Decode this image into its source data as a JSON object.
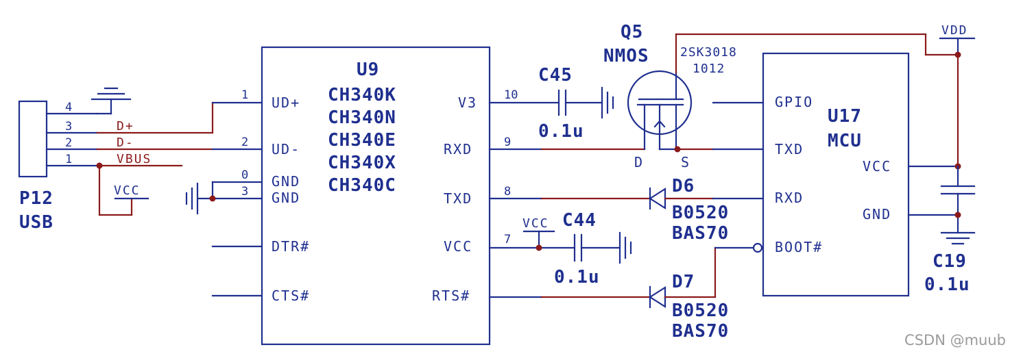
{
  "connector": {
    "ref": "P12",
    "name": "USB",
    "pins": [
      "4",
      "3",
      "2",
      "1"
    ],
    "nets": {
      "dplus": "D+",
      "dminus": "D-",
      "vbus": "VBUS"
    },
    "vcc": "VCC"
  },
  "u9": {
    "ref": "U9",
    "parts": [
      "CH340K",
      "CH340N",
      "CH340E",
      "CH340X",
      "CH340C"
    ],
    "left_pins": {
      "udp": {
        "name": "UD+",
        "num": "1"
      },
      "udm": {
        "name": "UD-",
        "num": "2"
      },
      "gnd0": {
        "name": "GND",
        "num": "0"
      },
      "gnd3": {
        "name": "GND",
        "num": "3"
      },
      "dtr": {
        "name": "DTR#"
      },
      "cts": {
        "name": "CTS#"
      }
    },
    "right_pins": {
      "v3": {
        "name": "V3",
        "num": "10"
      },
      "rxd": {
        "name": "RXD",
        "num": "9"
      },
      "txd": {
        "name": "TXD",
        "num": "8"
      },
      "vcc": {
        "name": "VCC",
        "num": "7"
      },
      "rts": {
        "name": "RTS#"
      }
    }
  },
  "c45": {
    "ref": "C45",
    "value": "0.1u"
  },
  "c44": {
    "ref": "C44",
    "value": "0.1u",
    "vcc": "VCC"
  },
  "q5": {
    "ref": "Q5",
    "type": "NMOS",
    "part": "2SK3018",
    "marking": "1012",
    "drain": "D",
    "source": "S"
  },
  "d6": {
    "ref": "D6",
    "part1": "B0520",
    "part2": "BAS70"
  },
  "d7": {
    "ref": "D7",
    "part1": "B0520",
    "part2": "BAS70"
  },
  "u17": {
    "ref": "U17",
    "name": "MCU",
    "pins": {
      "gpio": "GPIO",
      "txd": "TXD",
      "rxd": "RXD",
      "boot": "BOOT#",
      "vcc": "VCC",
      "gnd": "GND"
    }
  },
  "vdd": "VDD",
  "c19": {
    "ref": "C19",
    "value": "0.1u"
  },
  "watermark": "CSDN @muub",
  "colors": {
    "wire": "#1f2f8f",
    "net": "#8b1a1a",
    "background": "#ffffff"
  }
}
